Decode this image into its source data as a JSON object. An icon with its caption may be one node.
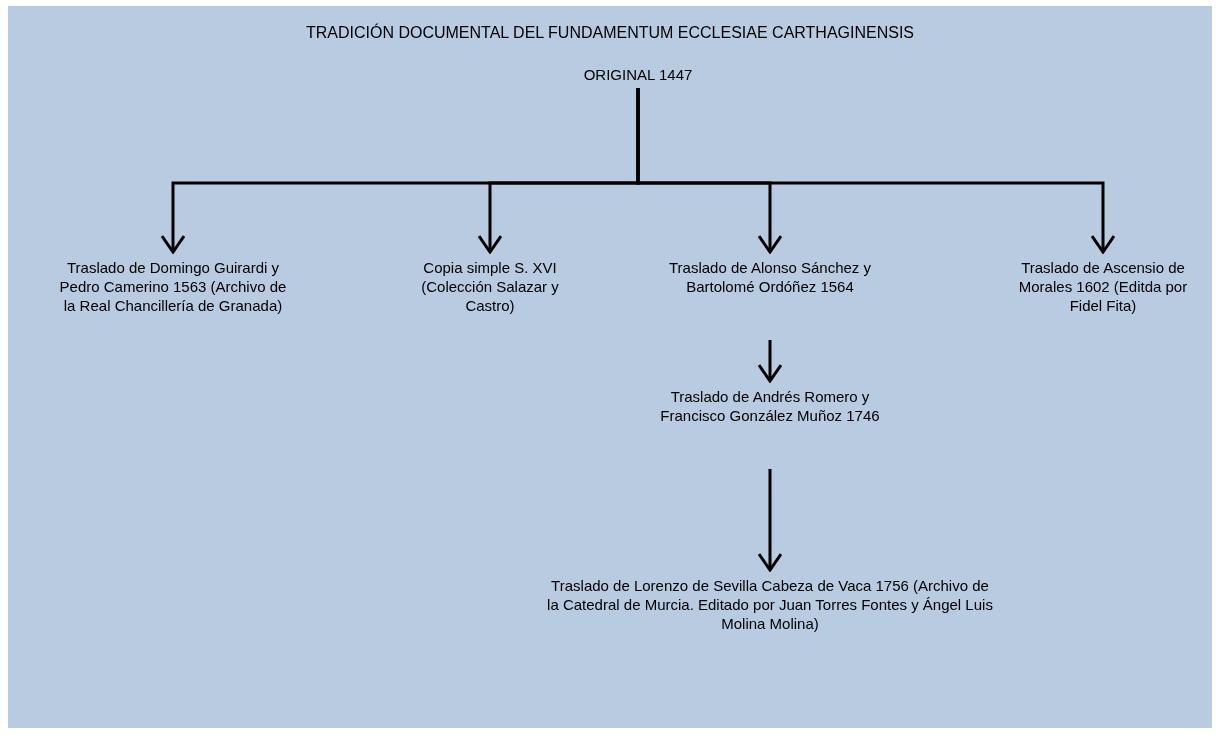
{
  "diagram": {
    "title": "TRADICIÓN DOCUMENTAL DEL FUNDAMENTUM ECCLESIAE CARTHAGINENSIS",
    "nodes": [
      {
        "text": [
          "ORIGINAL 1447"
        ]
      },
      {
        "text": [
          "Traslado de Domingo Guirardi y Pedro Camerino 1563 (Archivo de la Real Chancillería de Granada)"
        ]
      },
      {
        "text": [
          "Copia simple S. XVI (Colección Salazar y Castro)"
        ]
      },
      {
        "text": [
          "Traslado de Alonso Sánchez y Bartolomé Ordóñez 1564"
        ]
      },
      {
        "text": [
          "Traslado de Ascensio de Morales 1602 (Editda por Fidel Fita)"
        ]
      },
      {
        "text": [
          "Traslado de Andrés Romero y Francisco González Muñoz 1746"
        ]
      },
      {
        "text": [
          "Traslado de Lorenzo de Sevilla Cabeza de Vaca 1756 (Archivo de la Catedral de Murcia. Editado por Juan Torres Fontes y Ángel Luis Molina Molina)"
        ]
      }
    ],
    "edges": [
      {
        "from": 0,
        "to": 1,
        "arrow": "to"
      },
      {
        "from": 0,
        "to": 2,
        "arrow": "to"
      },
      {
        "from": 0,
        "to": 3,
        "arrow": "to"
      },
      {
        "from": 0,
        "to": 4,
        "arrow": "to"
      },
      {
        "from": 3,
        "to": 5,
        "arrow": "to"
      },
      {
        "from": 5,
        "to": 6,
        "arrow": "to"
      }
    ]
  }
}
